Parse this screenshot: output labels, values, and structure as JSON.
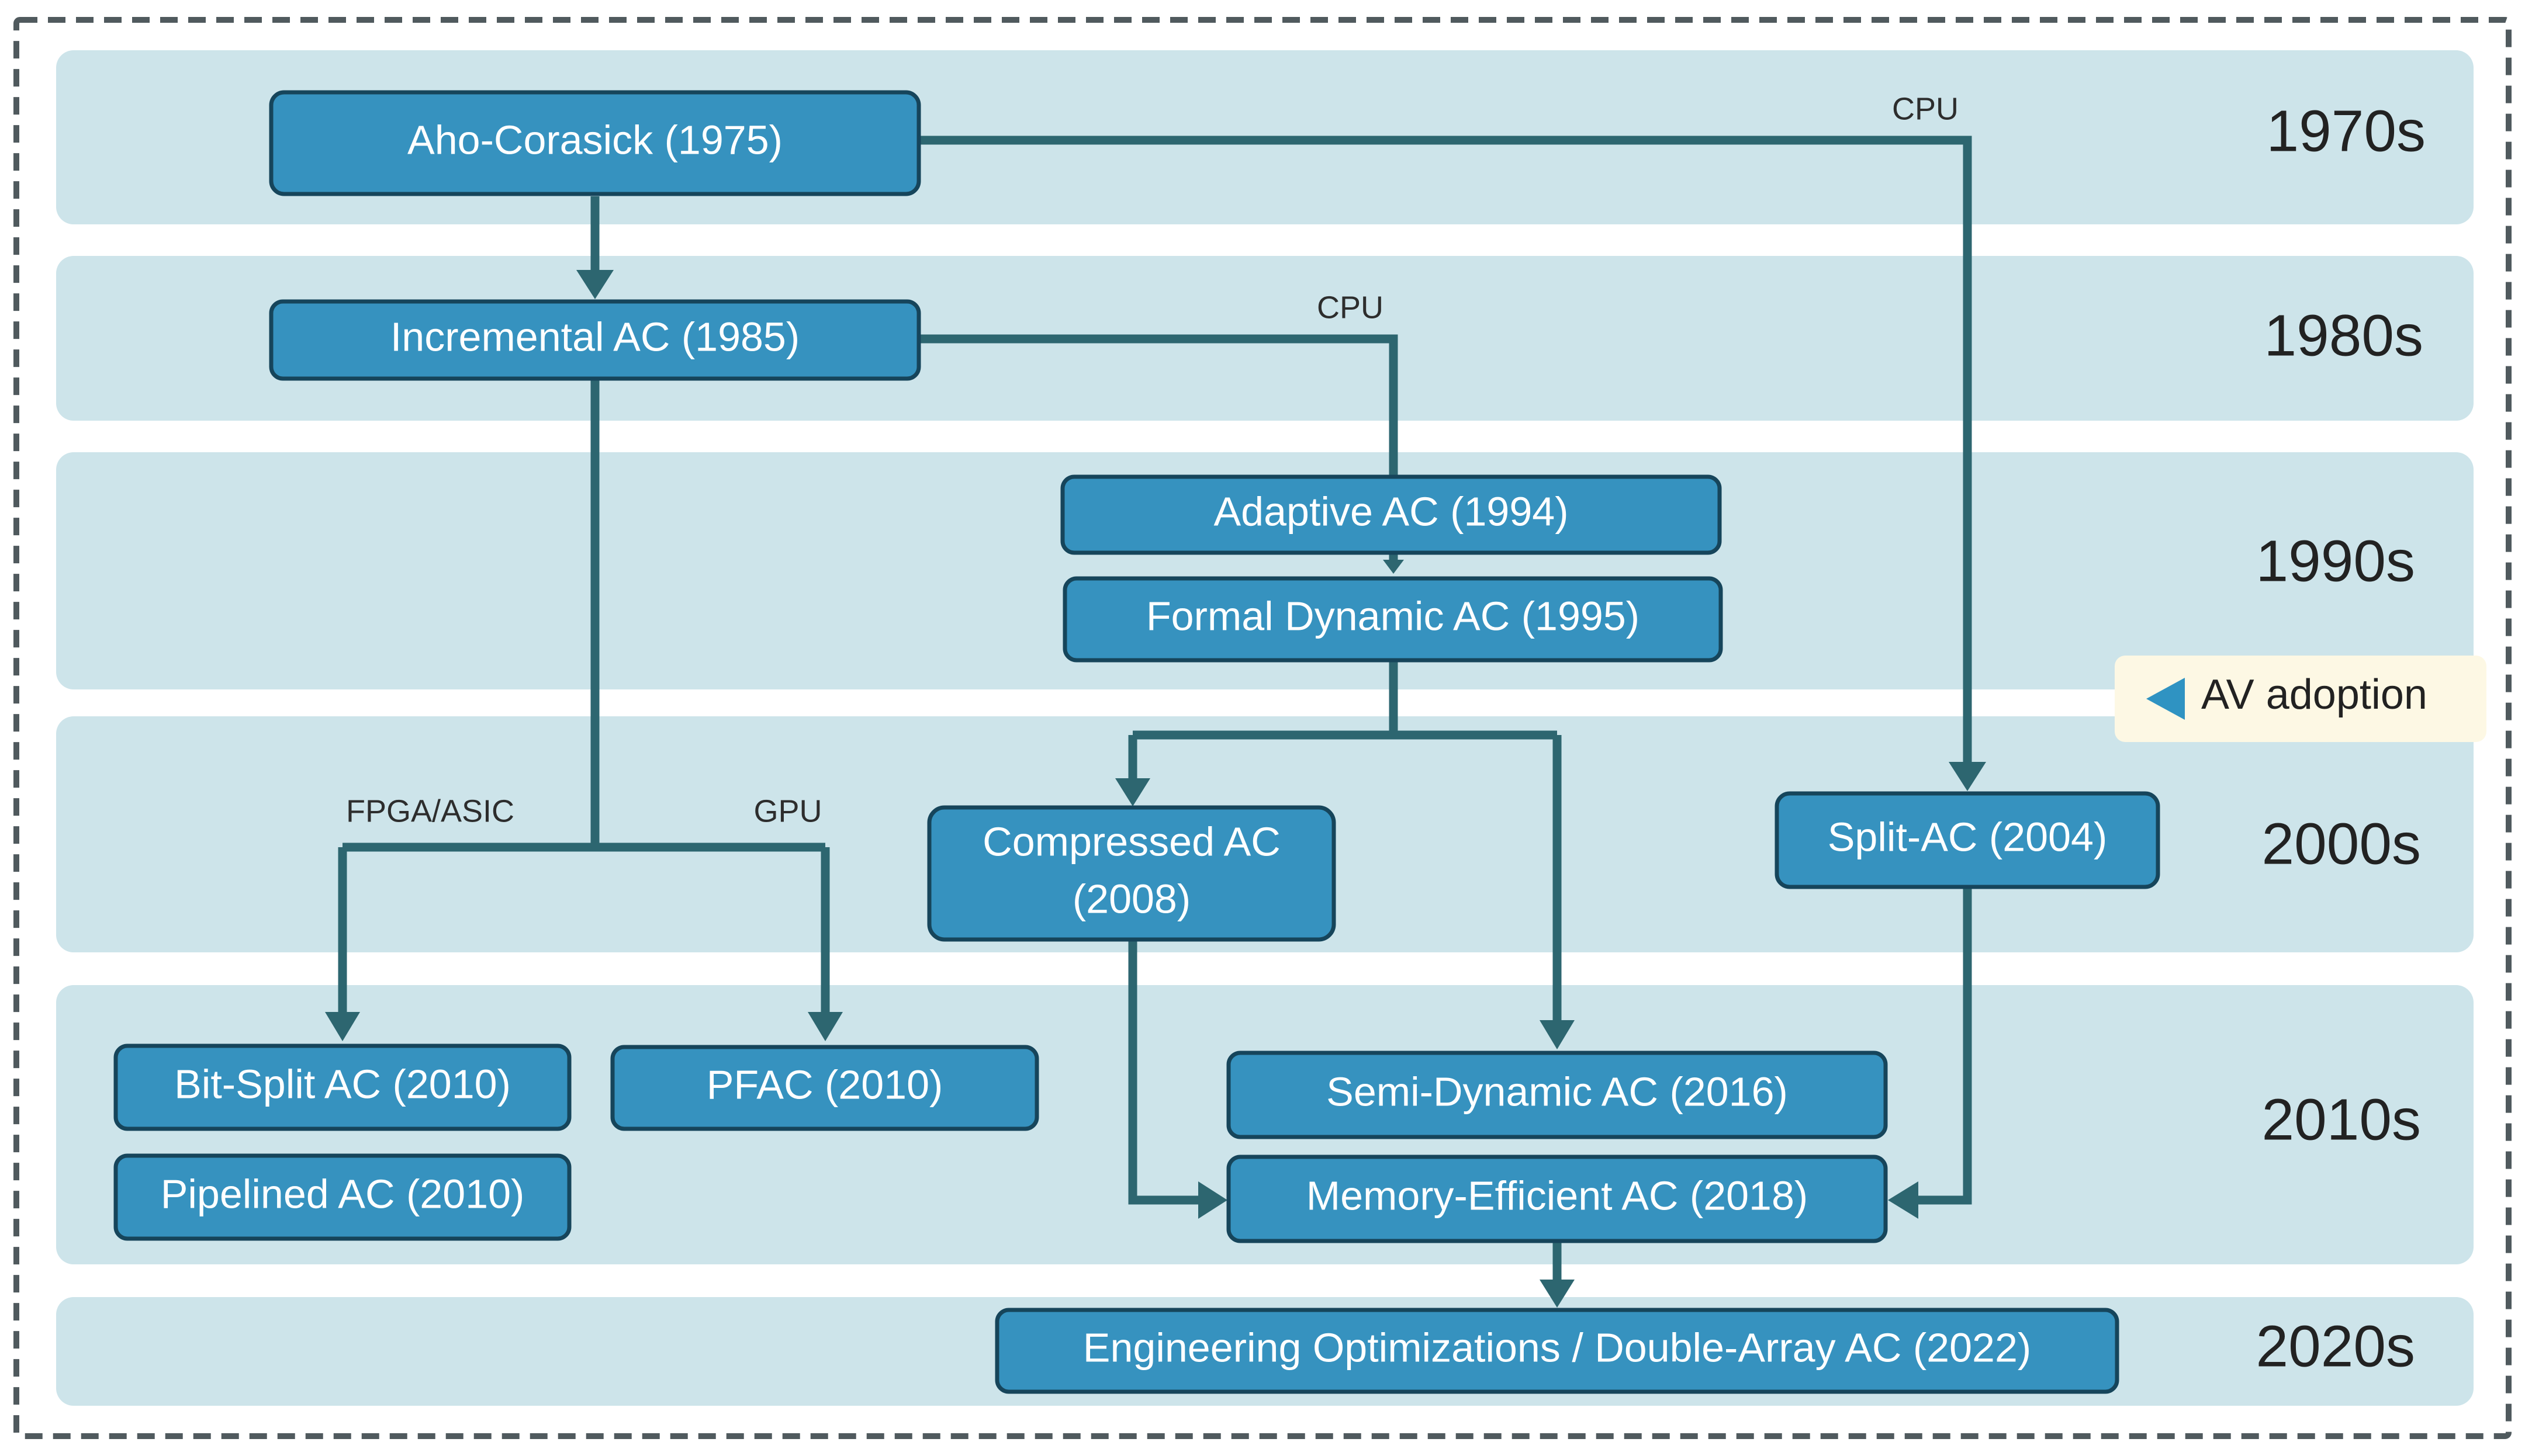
{
  "decades": [
    "1970s",
    "1980s",
    "1990s",
    "2000s",
    "2010s",
    "2020s"
  ],
  "nodes": {
    "aho_corasick": "Aho-Corasick (1975)",
    "incremental": "Incremental AC (1985)",
    "adaptive": "Adaptive AC (1994)",
    "formal_dynamic": "Formal Dynamic AC (1995)",
    "compressed_line1": "Compressed AC",
    "compressed_line2": "(2008)",
    "split": "Split-AC (2004)",
    "bit_split": "Bit-Split AC (2010)",
    "pfac": "PFAC (2010)",
    "pipelined": "Pipelined AC (2010)",
    "semi_dynamic": "Semi-Dynamic AC (2016)",
    "memory_efficient": "Memory-Efficient AC (2018)",
    "engineering": "Engineering Optimizations / Double-Array AC (2022)"
  },
  "edge_labels": {
    "cpu_top": "CPU",
    "cpu_mid": "CPU",
    "fpga_asic": "FPGA/ASIC",
    "gpu": "GPU"
  },
  "marker": {
    "label": "AV adoption",
    "icon": "triangle-left-icon"
  },
  "colors": {
    "band": "#cde4ea",
    "node_fill": "#3692bf",
    "node_border": "#16455b",
    "connector": "#2d6670",
    "marker_bg": "#fdf8e4"
  }
}
